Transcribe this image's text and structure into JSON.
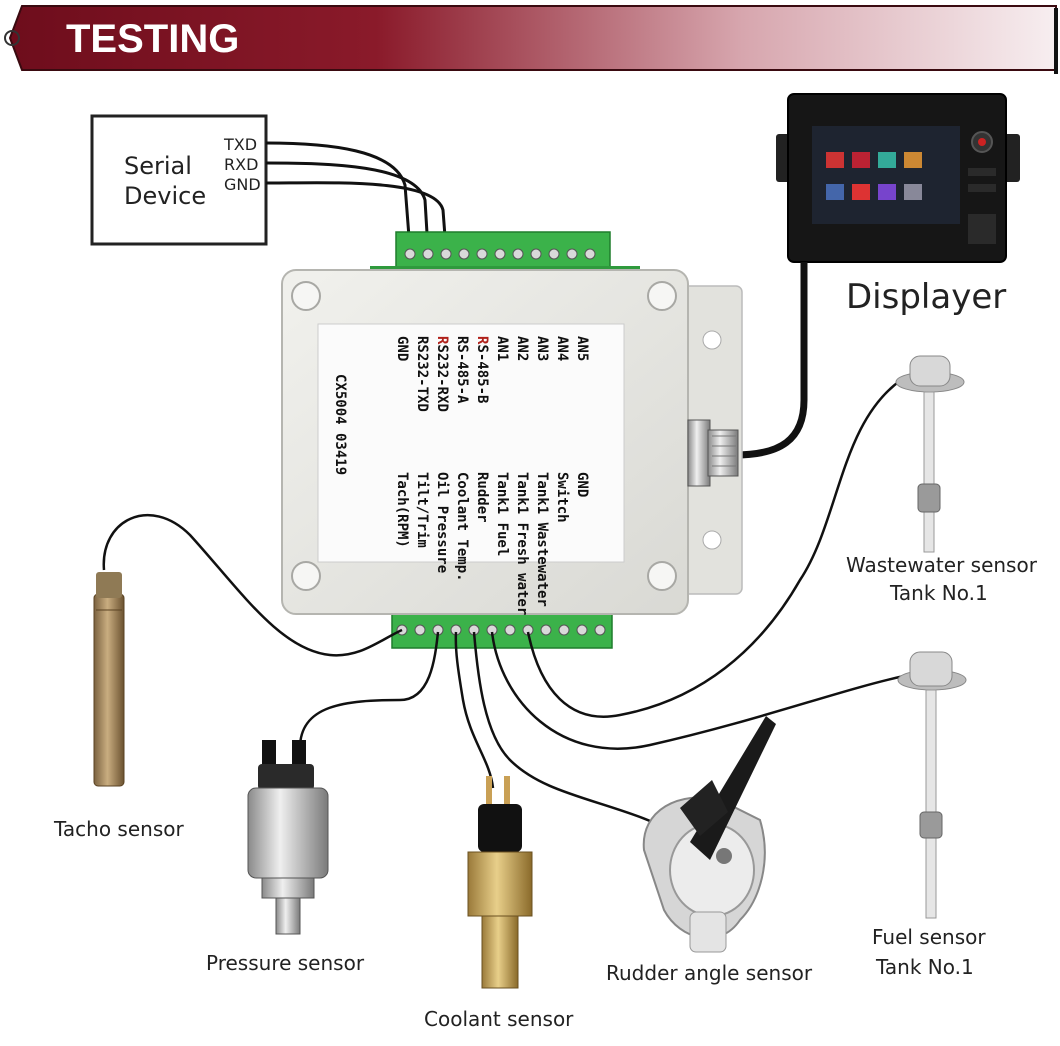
{
  "banner": {
    "title": "TESTING"
  },
  "serial_device": {
    "name_line1": "Serial",
    "name_line2": "Device",
    "pins": [
      "TXD",
      "RXD",
      "GND"
    ]
  },
  "displayer": {
    "label": "Displayer"
  },
  "module": {
    "model": "CX5004  03419",
    "right_terminals": [
      "GND",
      "RS232-TXD",
      "RS232-RXD",
      "RS-485-A",
      "RS-485-B",
      "AN1",
      "AN2",
      "AN3",
      "AN4",
      "AN5"
    ],
    "left_terminals": [
      "Tach(RPM)",
      "Tilt/Trim",
      "Oil Pressure",
      "Coolant Temp.",
      "Rudder",
      "Tank1 Fuel",
      "Tank1 Fresh water",
      "Tank1 Wastewater",
      "Switch",
      "GND"
    ]
  },
  "sensors": {
    "tacho": "Tacho sensor",
    "pressure": "Pressure sensor",
    "coolant": "Coolant sensor",
    "rudder": "Rudder angle sensor",
    "wastewater_line1": "Wastewater sensor",
    "wastewater_line2": "Tank No.1",
    "fuel_line1": "Fuel sensor",
    "fuel_line2": "Tank No.1"
  },
  "colors": {
    "banner_dark": "#7a1020",
    "banner_light": "#f0d8dc",
    "terminal_green": "#3bb24a",
    "module_body": "#e8e8e4",
    "highlight_red": "#b0201a"
  }
}
